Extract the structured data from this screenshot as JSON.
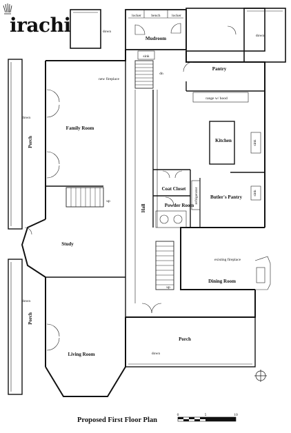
{
  "logo": {
    "text": "irachi"
  },
  "title": "Proposed First Floor Plan",
  "scale": {
    "labels": [
      "0",
      "5",
      "10"
    ]
  },
  "rooms": {
    "mudroom": "Mudroom",
    "pantry": "Pantry",
    "family_room": "Family Room",
    "kitchen": "Kitchen",
    "coat_closet": "Coat Closet",
    "butlers_pantry": "Butler's Pantry",
    "powder_room": "Powder Room",
    "study": "Study",
    "hall": "Hall",
    "dining_room": "Dining Room",
    "porch_south": "Porch",
    "living_room": "Living Room",
    "porch_west_top": "Porch",
    "porch_west_bottom": "Porch"
  },
  "labels": {
    "locker_1": "locker",
    "bench": "bench",
    "locker_2": "locker",
    "sink_mudroom": "sink",
    "new_fireplace": "new fireplace",
    "dn": "dn",
    "range": "range w/ hood",
    "sink_kitchen": "sink",
    "sink_pantry": "sink",
    "refrigerator": "refrigerator",
    "existing_fireplace": "existing fireplace",
    "down_top_left": "down",
    "down_top_right": "down",
    "down_west_1": "down",
    "down_west_2": "down",
    "down_south": "down",
    "up_1": "up",
    "up_2": "up"
  }
}
